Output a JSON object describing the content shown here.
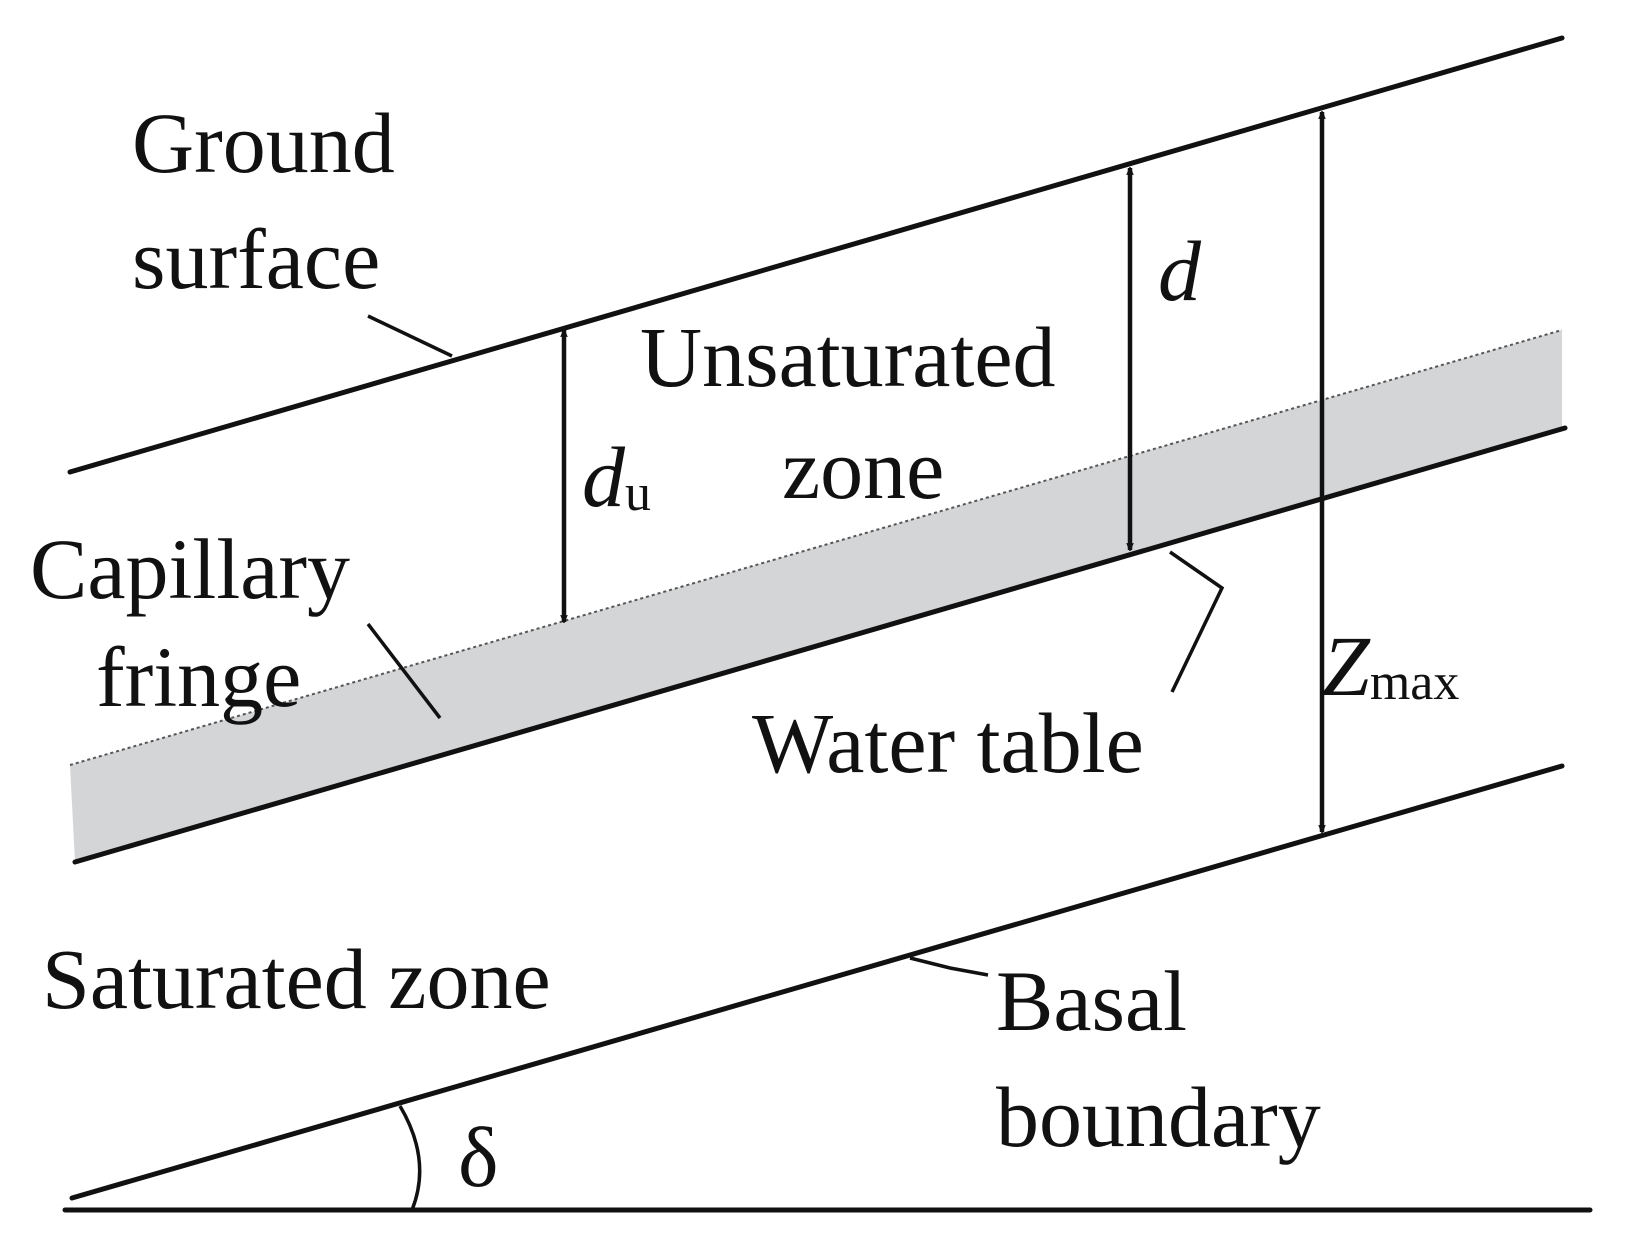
{
  "diagram": {
    "labels": {
      "ground_line1": "Ground",
      "ground_line2": "surface",
      "unsat_line1": "Unsaturated",
      "unsat_line2": "zone",
      "capillary_line1": "Capillary",
      "capillary_line2": "fringe",
      "water_table": "Water table",
      "saturated": "Saturated zone",
      "basal_line1": "Basal",
      "basal_line2": "boundary"
    },
    "symbols": {
      "d": "d",
      "du_main": "d",
      "du_sub": "u",
      "zmax_main": "Z",
      "zmax_sub": "max",
      "delta": "δ"
    },
    "colors": {
      "line": "#111111",
      "capillary_fill": "#d4d5d7",
      "background": "#ffffff"
    }
  }
}
